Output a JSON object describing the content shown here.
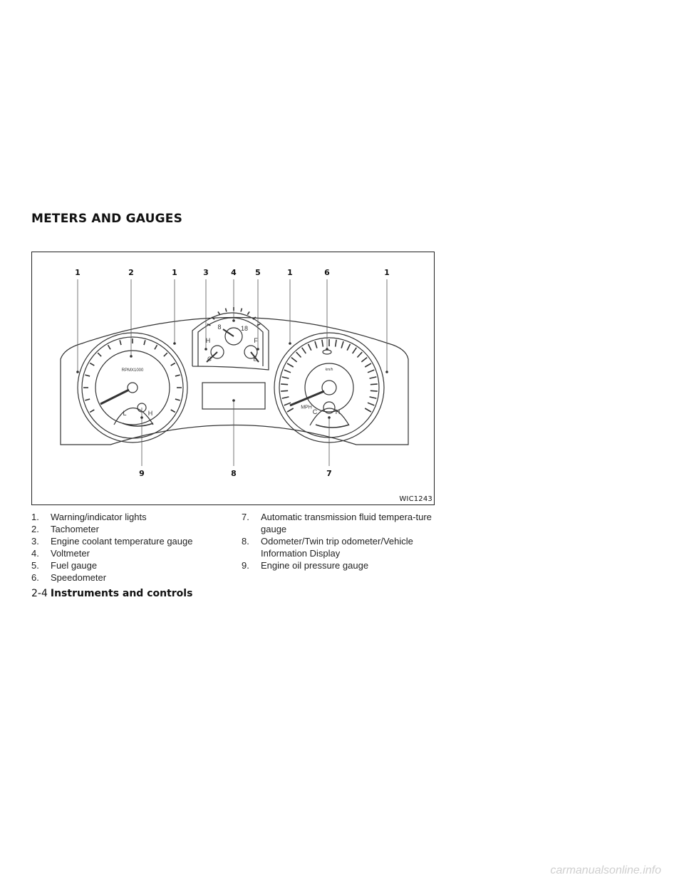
{
  "section_title": "METERS AND GAUGES",
  "figure": {
    "id": "WIC1243",
    "callouts_top": [
      "1",
      "2",
      "1",
      "3",
      "4",
      "5",
      "1",
      "6",
      "1"
    ],
    "callouts_bottom": [
      "9",
      "8",
      "7"
    ],
    "gauge_text": {
      "tach_unit": "RPMX1000",
      "oil_low": "L",
      "oil_high": "H",
      "coolant_high": "H",
      "coolant_cold": "C",
      "volt_low": "8",
      "volt_high": "18",
      "fuel_full": "F",
      "fuel_empty": "E",
      "speed_kmh": "km/h",
      "speed_mph": "MPH",
      "trans_cold": "C",
      "trans_high": "H"
    }
  },
  "legend_left": [
    {
      "num": "1.",
      "text": "Warning/indicator lights"
    },
    {
      "num": "2.",
      "text": "Tachometer"
    },
    {
      "num": "3.",
      "text": "Engine coolant temperature gauge"
    },
    {
      "num": "4.",
      "text": "Voltmeter"
    },
    {
      "num": "5.",
      "text": "Fuel gauge"
    },
    {
      "num": "6.",
      "text": "Speedometer"
    }
  ],
  "legend_right": [
    {
      "num": "7.",
      "text": "Automatic transmission fluid tempera-ture gauge"
    },
    {
      "num": "8.",
      "text": "Odometer/Twin trip odometer/Vehicle Information Display"
    },
    {
      "num": "9.",
      "text": "Engine oil pressure gauge"
    }
  ],
  "footer": {
    "page_number": "2-4",
    "chapter": "Instruments and controls"
  },
  "watermark": "carmanualsonline.info"
}
